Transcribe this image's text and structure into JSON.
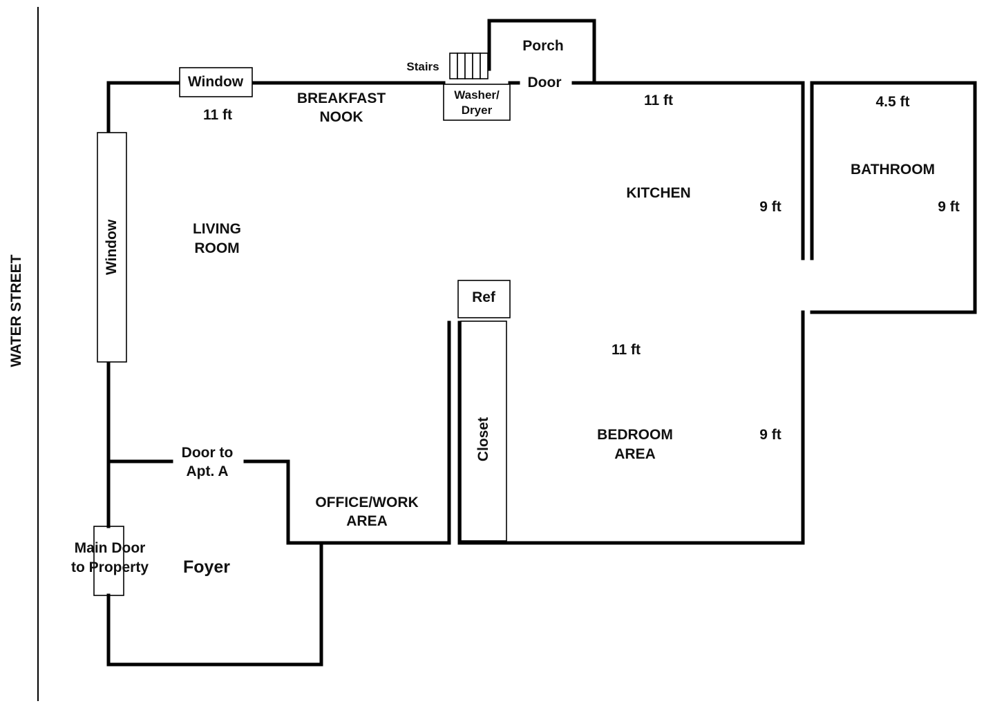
{
  "street": {
    "name": "WATER STREET"
  },
  "rooms": {
    "living_room": {
      "line1": "LIVING",
      "line2": "ROOM"
    },
    "breakfast_nook": {
      "line1": "BREAKFAST",
      "line2": "NOOK"
    },
    "kitchen": {
      "label": "KITCHEN"
    },
    "bathroom": {
      "label": "BATHROOM"
    },
    "bedroom": {
      "line1": "BEDROOM",
      "line2": "AREA"
    },
    "office": {
      "line1": "OFFICE/WORK",
      "line2": "AREA"
    },
    "foyer": {
      "label": "Foyer"
    },
    "porch": {
      "label": "Porch"
    }
  },
  "fixtures": {
    "window_top": "Window",
    "window_left": "Window",
    "stairs": "Stairs",
    "washer_dryer": {
      "line1": "Washer/",
      "line2": "Dryer"
    },
    "porch_door": "Door",
    "ref": "Ref",
    "closet": "Closet",
    "apt_door": {
      "line1": "Door to",
      "line2": "Apt. A"
    },
    "main_door": {
      "line1": "Main Door",
      "line2": "to Property"
    }
  },
  "dimensions": {
    "living_width": "11 ft",
    "kitchen_width": "11 ft",
    "kitchen_depth": "9 ft",
    "bath_width": "4.5 ft",
    "bath_depth": "9 ft",
    "bedroom_width": "11 ft",
    "bedroom_depth": "9 ft"
  }
}
